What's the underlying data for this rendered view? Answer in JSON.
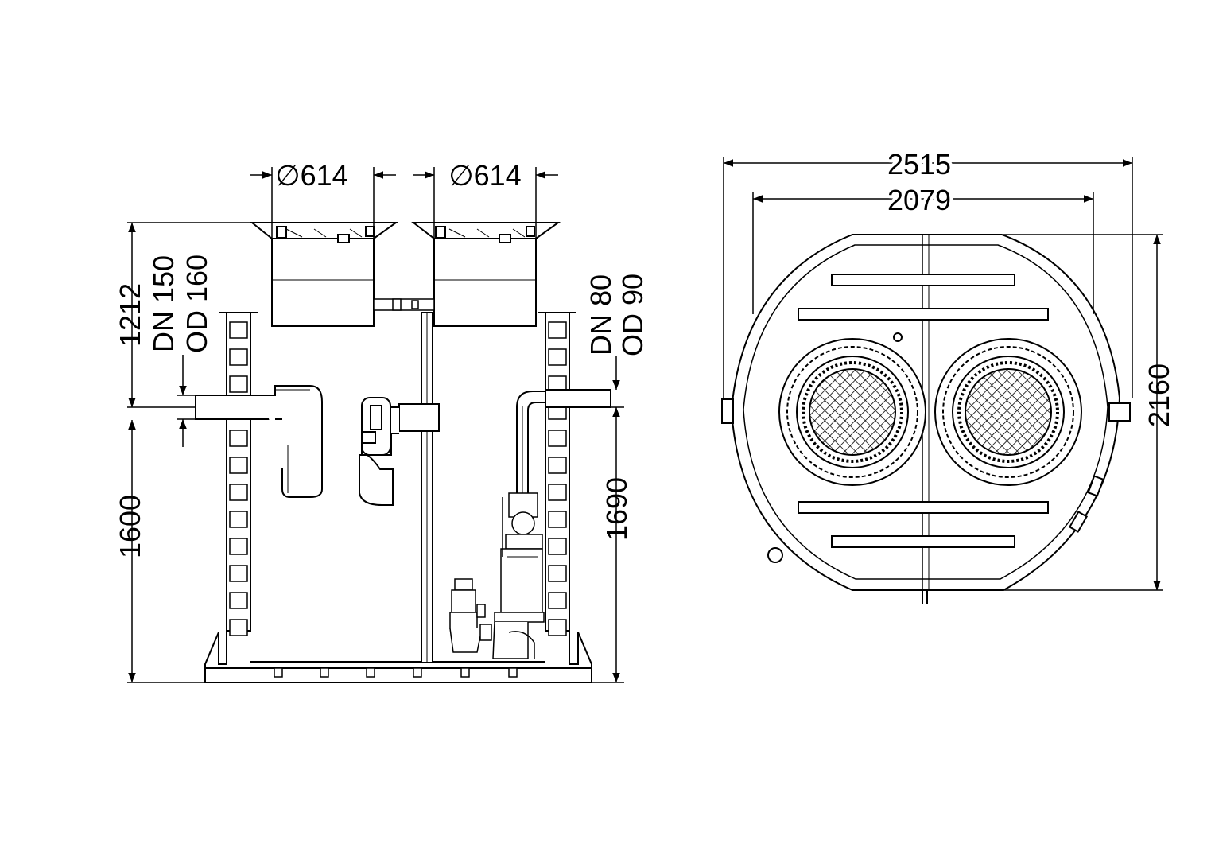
{
  "dimensions": {
    "cover_diameter_1": "614",
    "cover_diameter_2": "614",
    "diameter_symbol": "∅",
    "height_top": "1212",
    "inlet_dn": "DN 150",
    "inlet_od": "OD 160",
    "outlet_dn": "DN 80",
    "outlet_od": "OD 90",
    "height_inlet": "1600",
    "height_outlet": "1690",
    "width_outer": "2515",
    "width_inner": "2079",
    "depth": "2160"
  },
  "colors": {
    "line": "#000000",
    "background": "#ffffff"
  }
}
